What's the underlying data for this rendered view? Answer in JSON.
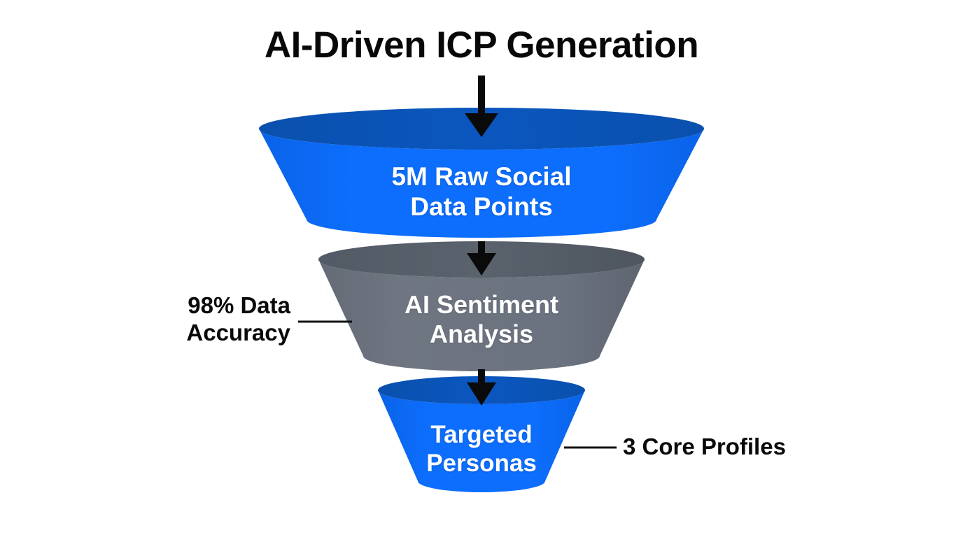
{
  "diagram": {
    "title": "AI-Driven ICP Generation",
    "type": "funnel",
    "background_color": "#ffffff",
    "title_color": "#080808"
  },
  "chart_data": {
    "type": "funnel",
    "title": "AI-Driven ICP Generation",
    "stages": [
      {
        "label": "5M Raw Social\nData Points",
        "line1": "5M Raw Social",
        "line2": "Data Points",
        "value": "5M",
        "value_unit": "Raw Social Data Points",
        "color": "#0d6efd",
        "rim_color": "#0b57bf",
        "order": 1
      },
      {
        "label": "AI Sentiment\nAnalysis",
        "line1": "AI Sentiment",
        "line2": "Analysis",
        "color": "#6b7280",
        "rim_color": "#565e6a",
        "order": 2
      },
      {
        "label": "Targeted\nPersonas",
        "line1": "Targeted",
        "line2": "Personas",
        "color": "#0d6efd",
        "rim_color": "#0b57bf",
        "order": 3
      }
    ],
    "annotations": [
      {
        "text": "98% Data\nAccuracy",
        "line1": "98% Data",
        "line2": "Accuracy",
        "value": "98%",
        "metric": "Data Accuracy",
        "side": "left",
        "attached_to_stage": 2
      },
      {
        "text": "3 Core Profiles",
        "value": "3",
        "metric": "Core Profiles",
        "side": "right",
        "attached_to_stage": 3
      }
    ],
    "connectors": [
      {
        "from_stage": 1,
        "to_stage": 2,
        "style": "down-arrow"
      },
      {
        "from_stage": 2,
        "to_stage": 3,
        "style": "down-arrow"
      },
      {
        "from": "title",
        "to_stage": 1,
        "style": "down-arrow"
      }
    ],
    "accent_color": "#0d6efd",
    "neutral_color": "#6b7280",
    "arrow_color": "#0a0a0a",
    "leader_line_color": "#111111"
  }
}
